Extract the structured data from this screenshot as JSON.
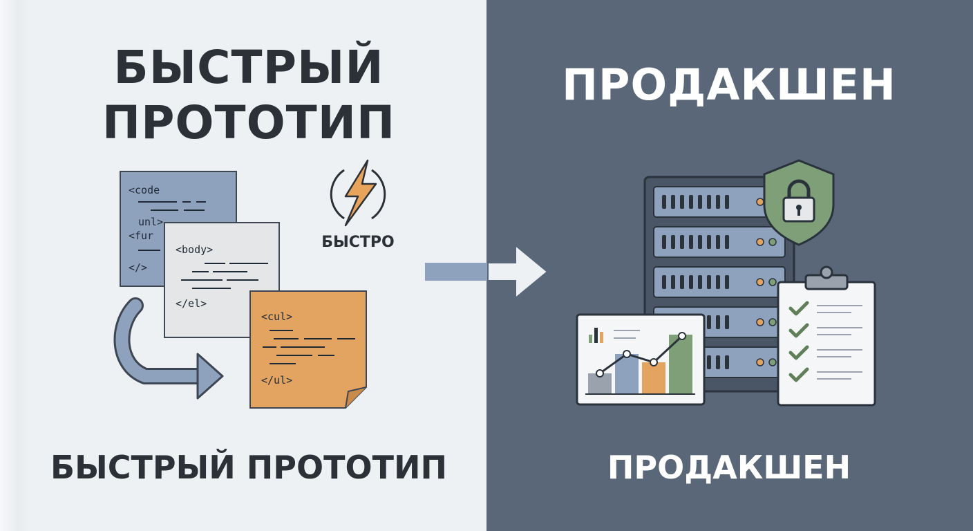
{
  "left": {
    "title_line1": "БЫСТРЫЙ",
    "title_line2": "ПРОТОТИП",
    "badge": "БЫСТРО",
    "caption": "БЫСТРЫЙ ПРОТОТИП",
    "code_blue": [
      "<code",
      "unl>",
      "<fur",
      "</>"
    ],
    "code_gray": [
      "<body>",
      "</el>"
    ],
    "code_orange": [
      "<cul>",
      "</ul>"
    ]
  },
  "right": {
    "title": "ПРОДАКШЕН",
    "caption": "ПРОДАКШЕН"
  },
  "colors": {
    "left_bg": "#eef1f4",
    "right_bg": "#5a6779",
    "dark_text": "#2c3137",
    "blue_doc": "#8ea2bd",
    "gray_doc": "#e4e6e8",
    "orange_doc": "#e3a462",
    "bolt": "#e8a45a",
    "shield": "#7f9f78",
    "chart_green": "#7f9f78",
    "chart_orange": "#e3a462",
    "chart_blue": "#8ea2bd",
    "chart_gray": "#9aa3ad"
  },
  "icons": [
    "code-document-icon",
    "lightning-bolt-icon",
    "curved-arrow-icon",
    "right-arrow-icon",
    "server-rack-icon",
    "shield-lock-icon",
    "bar-chart-icon",
    "checklist-clipboard-icon"
  ]
}
